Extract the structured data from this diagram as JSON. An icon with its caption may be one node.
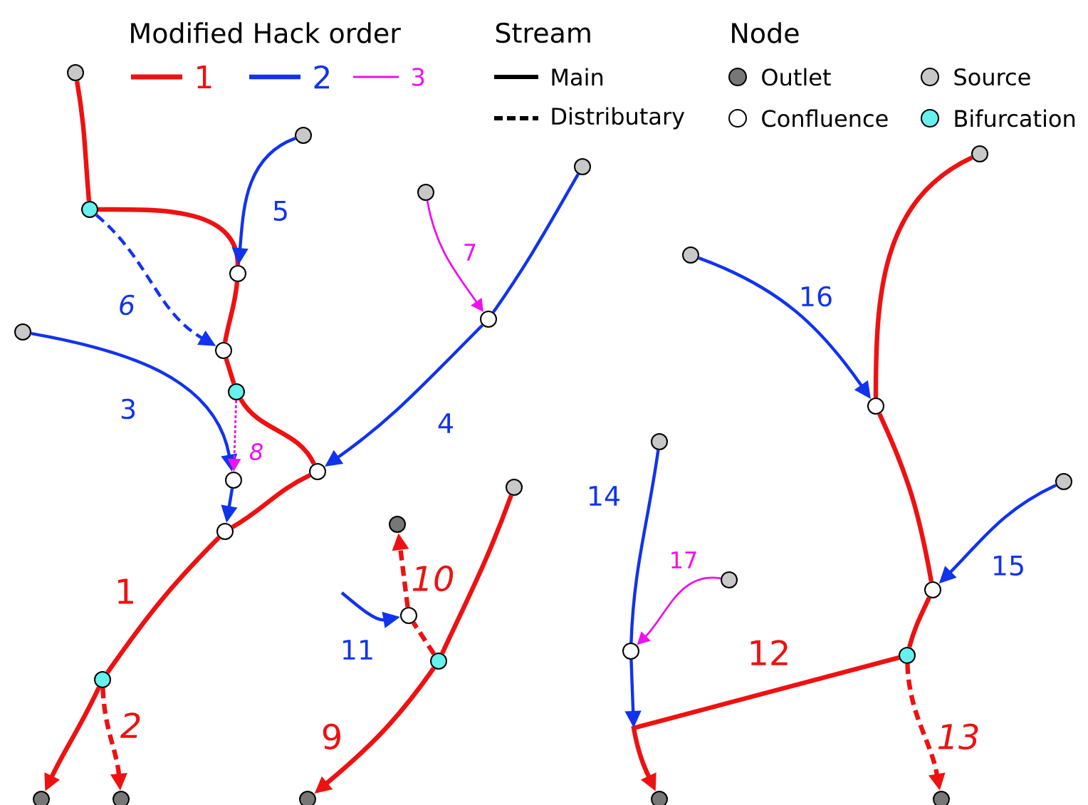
{
  "diagram": {
    "nodes": [
      {
        "text": [],
        "shape": "circle"
      },
      {
        "text": [],
        "shape": "circle"
      },
      {
        "text": [],
        "shape": "circle"
      },
      {
        "text": [],
        "shape": "circle"
      },
      {
        "text": [],
        "shape": "circle"
      },
      {
        "text": [],
        "shape": "circle"
      },
      {
        "text": [],
        "shape": "circle"
      },
      {
        "text": [],
        "shape": "circle"
      },
      {
        "text": [],
        "shape": "circle"
      },
      {
        "text": [],
        "shape": "circle"
      },
      {
        "text": [],
        "shape": "circle"
      },
      {
        "text": [],
        "shape": "circle"
      },
      {
        "text": [],
        "shape": "circle"
      },
      {
        "text": [],
        "shape": "circle"
      },
      {
        "text": [],
        "shape": "circle"
      },
      {
        "text": [],
        "shape": "circle"
      },
      {
        "text": [],
        "shape": "circle"
      },
      {
        "text": [],
        "shape": "circle"
      },
      {
        "text": [],
        "shape": "circle"
      },
      {
        "text": [],
        "shape": "circle"
      },
      {
        "text": [],
        "shape": "circle"
      },
      {
        "text": [],
        "shape": "circle"
      },
      {
        "text": [],
        "shape": "circle"
      },
      {
        "text": [],
        "shape": "circle"
      },
      {
        "text": [],
        "shape": "circle"
      },
      {
        "text": [],
        "shape": "circle"
      },
      {
        "text": [],
        "shape": "circle"
      },
      {
        "text": [],
        "shape": "circle"
      },
      {
        "text": [],
        "shape": "circle"
      },
      {
        "text": [],
        "shape": "circle"
      },
      {
        "text": [],
        "shape": "circle"
      },
      {
        "text": [],
        "shape": "circle"
      }
    ],
    "edges": [
      {
        "from": 0,
        "to": 1,
        "arrow": "none",
        "color": "#ee1111"
      },
      {
        "from": 1,
        "to": 3,
        "arrow": "none",
        "color": "#ee1111"
      },
      {
        "from": 3,
        "to": 4,
        "arrow": "none",
        "color": "#ee1111"
      },
      {
        "from": 4,
        "to": 5,
        "arrow": "none",
        "color": "#ee1111"
      },
      {
        "from": 5,
        "to": 11,
        "arrow": "none",
        "color": "#ee1111"
      },
      {
        "from": 11,
        "to": 12,
        "arrow": "none",
        "color": "#ee1111"
      },
      {
        "from": 12,
        "to": 13,
        "arrow": "none",
        "color": "#ee1111",
        "label": "1"
      },
      {
        "from": 13,
        "to": 14,
        "arrow": "to",
        "color": "#ee1111"
      },
      {
        "from": 13,
        "to": 15,
        "arrow": "to",
        "color": "#ee1111",
        "style": "dashed",
        "label": "2"
      },
      {
        "from": 6,
        "to": 10,
        "arrow": "to",
        "color": "#1133ee",
        "label": "3"
      },
      {
        "from": 10,
        "to": 12,
        "arrow": "to",
        "color": "#1133ee"
      },
      {
        "from": 9,
        "to": 8,
        "arrow": "none",
        "color": "#1133ee"
      },
      {
        "from": 8,
        "to": 11,
        "arrow": "to",
        "color": "#1133ee",
        "label": "4"
      },
      {
        "from": 2,
        "to": 3,
        "arrow": "to",
        "color": "#1133ee",
        "label": "5"
      },
      {
        "from": 1,
        "to": 4,
        "arrow": "to",
        "color": "#1133ee",
        "style": "dashed",
        "label": "6"
      },
      {
        "from": 7,
        "to": 8,
        "arrow": "to",
        "color": "#ee11ee",
        "label": "7"
      },
      {
        "from": 5,
        "to": 10,
        "arrow": "to",
        "color": "#ee11ee",
        "style": "dashed",
        "label": "8"
      },
      {
        "from": 16,
        "to": 17,
        "arrow": "none",
        "color": "#ee1111"
      },
      {
        "from": 17,
        "to": 20,
        "arrow": "to",
        "color": "#ee1111",
        "label": "9"
      },
      {
        "from": 17,
        "to": 18,
        "arrow": "none",
        "color": "#ee1111",
        "style": "dashed"
      },
      {
        "from": 18,
        "to": 19,
        "arrow": "to",
        "color": "#ee1111",
        "style": "dashed",
        "label": "10"
      },
      {
        "from": null,
        "to": 18,
        "arrow": "to",
        "color": "#1133ee",
        "label": "11"
      },
      {
        "from": 21,
        "to": 23,
        "arrow": "none",
        "color": "#ee1111"
      },
      {
        "from": 23,
        "to": 25,
        "arrow": "none",
        "color": "#ee1111"
      },
      {
        "from": 25,
        "to": 26,
        "arrow": "none",
        "color": "#ee1111"
      },
      {
        "from": 26,
        "to": 30,
        "arrow": "to",
        "color": "#ee1111",
        "label": "12"
      },
      {
        "from": 26,
        "to": 31,
        "arrow": "to",
        "color": "#ee1111",
        "style": "dashed",
        "label": "13"
      },
      {
        "from": 27,
        "to": 29,
        "arrow": "none",
        "color": "#1133ee",
        "label": "14"
      },
      {
        "from": 29,
        "to": null,
        "arrow": "to",
        "color": "#1133ee"
      },
      {
        "from": 28,
        "to": 29,
        "arrow": "to",
        "color": "#ee11ee",
        "label": "17"
      },
      {
        "from": 24,
        "to": 25,
        "arrow": "to",
        "color": "#1133ee",
        "label": "15"
      },
      {
        "from": 22,
        "to": 23,
        "arrow": "to",
        "color": "#1133ee",
        "label": "16"
      }
    ],
    "labels": [
      "Modified Hack order",
      "Stream",
      "Node"
    ],
    "legend": [
      {
        "text": "1"
      },
      {
        "text": "2"
      },
      {
        "text": "3"
      },
      {
        "text": "Main"
      },
      {
        "text": "Distributary"
      },
      {
        "text": "Outlet",
        "color": "#777777"
      },
      {
        "text": "Source",
        "color": "#c8c8c8"
      },
      {
        "text": "Confluence"
      },
      {
        "text": "Bifurcation",
        "color": "#66f0ee"
      }
    ]
  }
}
